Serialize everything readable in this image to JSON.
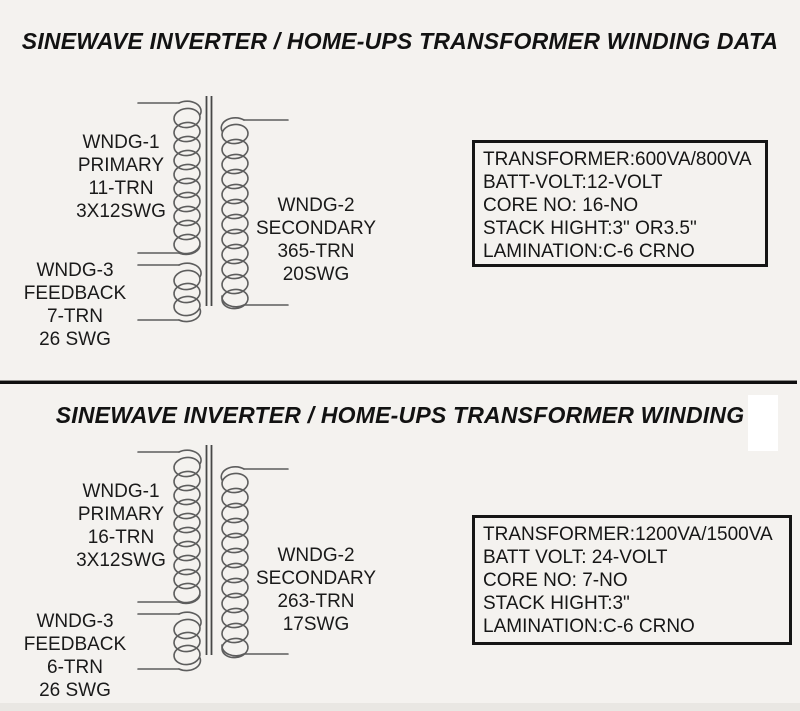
{
  "colors": {
    "background": "#f4f2ef",
    "text": "#1a1a1a",
    "coil_line": "#5d5d5d",
    "core_line": "#474747",
    "divider": "#0f0f0f",
    "spec_border": "#151515"
  },
  "sections": [
    {
      "title": "SINEWAVE INVERTER / HOME-UPS TRANSFORMER WINDING DATA",
      "windings": {
        "primary": [
          "WNDG-1",
          "PRIMARY",
          "11-TRN",
          "3X12SWG"
        ],
        "secondary": [
          "WNDG-2",
          "SECONDARY",
          "365-TRN",
          "20SWG"
        ],
        "feedback": [
          "WNDG-3",
          "FEEDBACK",
          "7-TRN",
          "26 SWG"
        ]
      },
      "spec_box": {
        "lines": [
          "TRANSFORMER:600VA/800VA",
          "BATT-VOLT:12-VOLT",
          "CORE NO: 16-NO",
          "STACK HIGHT:3\" OR3.5\"",
          "LAMINATION:C-6 CRNO"
        ]
      }
    },
    {
      "title": "SINEWAVE INVERTER / HOME-UPS TRANSFORMER WINDING",
      "windings": {
        "primary": [
          "WNDG-1",
          "PRIMARY",
          "16-TRN",
          "3X12SWG"
        ],
        "secondary": [
          "WNDG-2",
          "SECONDARY",
          "263-TRN",
          "17SWG"
        ],
        "feedback": [
          "WNDG-3",
          "FEEDBACK",
          "6-TRN",
          "26 SWG"
        ]
      },
      "spec_box": {
        "lines": [
          "TRANSFORMER:1200VA/1500VA",
          "BATT VOLT: 24-VOLT",
          "CORE NO: 7-NO",
          "STACK HIGHT:3\"",
          "LAMINATION:C-6 CRNO"
        ]
      }
    }
  ]
}
